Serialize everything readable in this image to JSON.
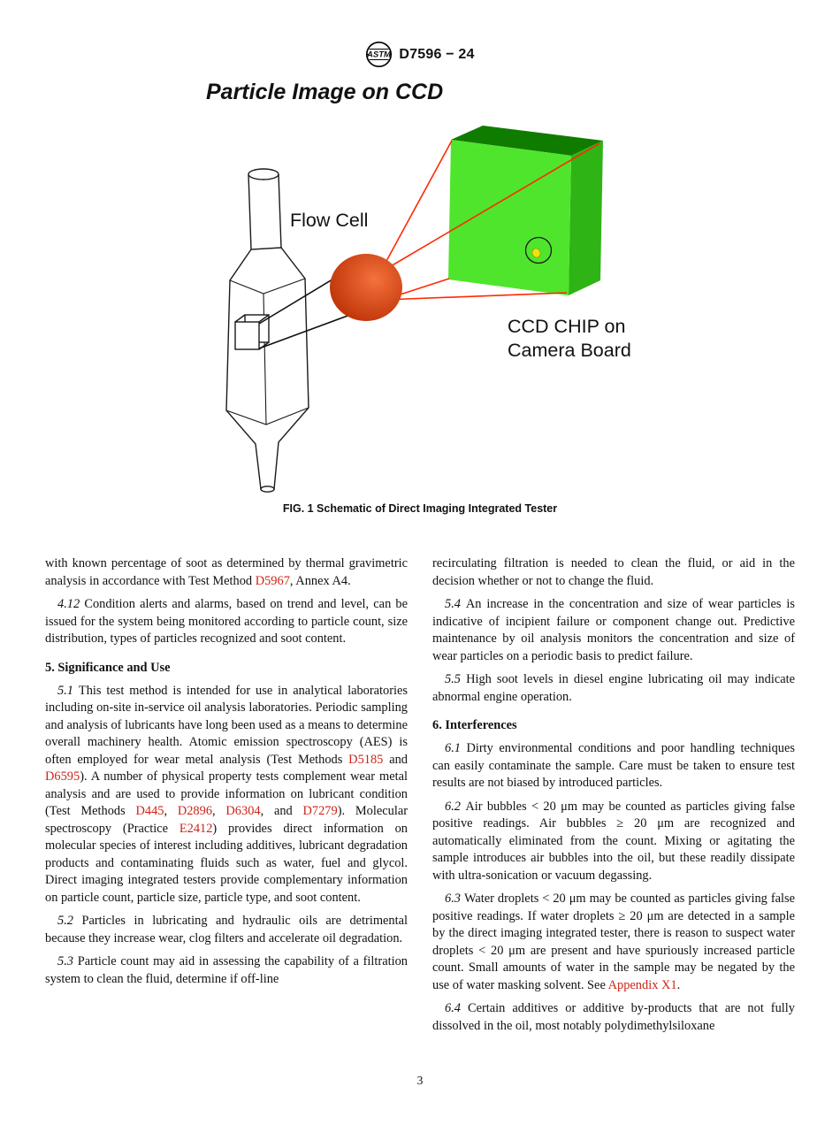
{
  "page": {
    "designation": "D7596 − 24",
    "logo_text": "ASTM",
    "page_number": "3",
    "link_color": "#CC2418"
  },
  "figure": {
    "title": "Particle Image on CCD",
    "labels": {
      "flow_cell": "Flow Cell",
      "ccd_line1": "CCD CHIP on",
      "ccd_line2": "Camera Board"
    },
    "caption": "FIG. 1 Schematic of Direct Imaging Integrated Tester",
    "colors": {
      "chip_front": "#50E52D",
      "chip_top": "#0F7C00",
      "chip_side": "#2EB414",
      "lens_main": "#F4713C",
      "lens_dark": "#B72B00",
      "beam": "#FF2A00",
      "particle": "#F0E20C"
    }
  },
  "body": {
    "columns": [
      {
        "blocks": [
          {
            "type": "paragraph",
            "indent": false,
            "segments": [
              {
                "t": "with known percentage of soot as determined by thermal gravimetric analysis in accordance with Test Method "
              },
              {
                "t": "D5967",
                "s": "link"
              },
              {
                "t": ", Annex A4."
              }
            ]
          },
          {
            "type": "paragraph",
            "indent": true,
            "segments": [
              {
                "t": "4.12 ",
                "s": "italic"
              },
              {
                "t": "Condition alerts and alarms, based on trend and level, can be issued for the system being monitored according to particle count, size distribution, types of particles recognized and soot content."
              }
            ]
          },
          {
            "type": "heading",
            "segments": [
              {
                "t": "5. Significance and Use"
              }
            ]
          },
          {
            "type": "paragraph",
            "indent": true,
            "segments": [
              {
                "t": "5.1 ",
                "s": "italic"
              },
              {
                "t": "This test method is intended for use in analytical laboratories including on-site in-service oil analysis laboratories. Periodic sampling and analysis of lubricants have long been used as a means to determine overall machinery health. Atomic emission spectroscopy (AES) is often employed for wear metal analysis (Test Methods "
              },
              {
                "t": "D5185",
                "s": "link"
              },
              {
                "t": " and "
              },
              {
                "t": "D6595",
                "s": "link"
              },
              {
                "t": "). A number of physical property tests complement wear metal analysis and are used to provide information on lubricant condition (Test Methods "
              },
              {
                "t": "D445",
                "s": "link"
              },
              {
                "t": ", "
              },
              {
                "t": "D2896",
                "s": "link"
              },
              {
                "t": ", "
              },
              {
                "t": "D6304",
                "s": "link"
              },
              {
                "t": ", and "
              },
              {
                "t": "D7279",
                "s": "link"
              },
              {
                "t": "). Molecular spectroscopy (Practice "
              },
              {
                "t": "E2412",
                "s": "link"
              },
              {
                "t": ") provides direct information on molecular species of interest including additives, lubricant degradation products and contaminating fluids such as water, fuel and glycol. Direct imaging integrated testers provide complementary information on particle count, particle size, particle type, and soot content."
              }
            ]
          },
          {
            "type": "paragraph",
            "indent": true,
            "segments": [
              {
                "t": "5.2 ",
                "s": "italic"
              },
              {
                "t": "Particles in lubricating and hydraulic oils are detrimental because they increase wear, clog filters and accelerate oil degradation."
              }
            ]
          },
          {
            "type": "paragraph",
            "indent": true,
            "segments": [
              {
                "t": "5.3 ",
                "s": "italic"
              },
              {
                "t": "Particle count may aid in assessing the capability of a filtration system to clean the fluid, determine if off-line"
              }
            ]
          }
        ]
      },
      {
        "blocks": [
          {
            "type": "paragraph",
            "indent": false,
            "segments": [
              {
                "t": "recirculating filtration is needed to clean the fluid, or aid in the decision whether or not to change the fluid."
              }
            ]
          },
          {
            "type": "paragraph",
            "indent": true,
            "segments": [
              {
                "t": "5.4 ",
                "s": "italic"
              },
              {
                "t": "An increase in the concentration and size of wear particles is indicative of incipient failure or component change out. Predictive maintenance by oil analysis monitors the concentration and size of wear particles on a periodic basis to predict failure."
              }
            ]
          },
          {
            "type": "paragraph",
            "indent": true,
            "segments": [
              {
                "t": "5.5 ",
                "s": "italic"
              },
              {
                "t": "High soot levels in diesel engine lubricating oil may indicate abnormal engine operation."
              }
            ]
          },
          {
            "type": "heading",
            "segments": [
              {
                "t": "6. Interferences"
              }
            ]
          },
          {
            "type": "paragraph",
            "indent": true,
            "segments": [
              {
                "t": "6.1 ",
                "s": "italic"
              },
              {
                "t": "Dirty environmental conditions and poor handling techniques can easily contaminate the sample. Care must be taken to ensure test results are not biased by introduced particles."
              }
            ]
          },
          {
            "type": "paragraph",
            "indent": true,
            "segments": [
              {
                "t": "6.2 ",
                "s": "italic"
              },
              {
                "t": "Air bubbles < 20 μm may be counted as particles giving false positive readings. Air bubbles ≥ 20 μm are recognized and automatically eliminated from the count. Mixing or agitating the sample introduces air bubbles into the oil, but these readily dissipate with ultra-sonication or vacuum degassing."
              }
            ]
          },
          {
            "type": "paragraph",
            "indent": true,
            "segments": [
              {
                "t": "6.3 ",
                "s": "italic"
              },
              {
                "t": "Water droplets < 20 μm may be counted as particles giving false positive readings. If water droplets ≥ 20 μm are detected in a sample by the direct imaging integrated tester, there is reason to suspect water droplets < 20 μm are present and have spuriously increased particle count. Small amounts of water in the sample may be negated by the use of water masking solvent. See "
              },
              {
                "t": "Appendix X1",
                "s": "link"
              },
              {
                "t": "."
              }
            ]
          },
          {
            "type": "paragraph",
            "indent": true,
            "segments": [
              {
                "t": "6.4 ",
                "s": "italic"
              },
              {
                "t": "Certain additives or additive by-products that are not fully dissolved in the oil, most notably polydimethylsiloxane"
              }
            ]
          }
        ]
      }
    ]
  }
}
